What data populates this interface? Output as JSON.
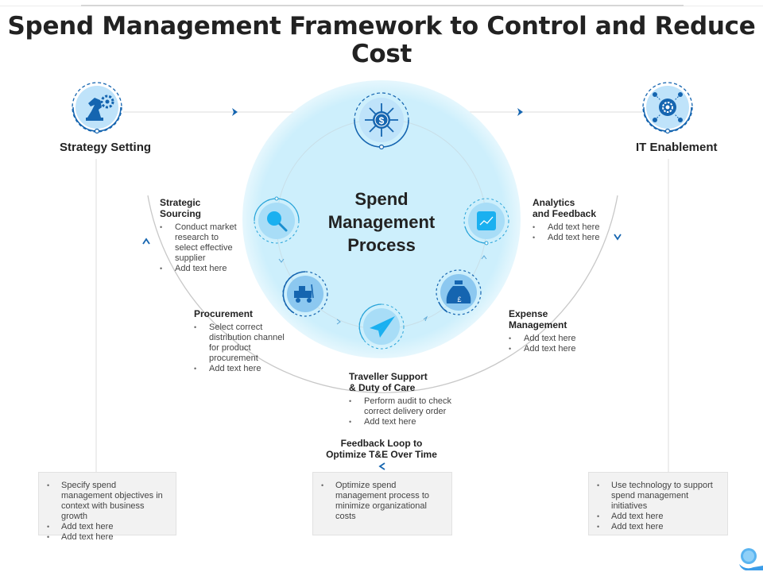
{
  "title": "Spend Management Framework to Control and Reduce Cost",
  "colors": {
    "primary_blue": "#1565b0",
    "light_circle": "#cfeefb",
    "icon_fill": "#9fd3f3",
    "accent_cyan": "#29b6f6",
    "box_bg": "#f2f2f2"
  },
  "top_nodes": {
    "left": {
      "label": "Strategy Setting",
      "icon": "chess-knight-gear-icon"
    },
    "center": {
      "icon": "dollar-arrows-icon"
    },
    "right": {
      "label": "IT Enablement",
      "icon": "gear-network-icon"
    }
  },
  "center": {
    "line1": "Spend",
    "line2": "Management",
    "line3": "Process"
  },
  "stages": [
    {
      "id": "strategic-sourcing",
      "heading_l1": "Strategic",
      "heading_l2": "Sourcing",
      "icon": "magnifier-icon",
      "bullets": [
        "Conduct market research to select effective supplier",
        "Add text here"
      ]
    },
    {
      "id": "procurement",
      "heading_l1": "Procurement",
      "icon": "forklift-cart-icon",
      "bullets": [
        "Select correct distribution channel for product procurement",
        "Add text here"
      ]
    },
    {
      "id": "traveller-support",
      "heading_l1": "Traveller Support",
      "heading_l2": "& Duty of Care",
      "icon": "paper-plane-icon",
      "bullets": [
        "Perform audit to check correct delivery order",
        "Add text here"
      ]
    },
    {
      "id": "expense-management",
      "heading_l1": "Expense",
      "heading_l2": "Management",
      "icon": "money-bag-pound-icon",
      "bullets": [
        "Add text here",
        "Add text here"
      ]
    },
    {
      "id": "analytics-feedback",
      "heading_l1": "Analytics",
      "heading_l2": "and Feedback",
      "icon": "trend-chart-icon",
      "bullets": [
        "Add text here",
        "Add text here"
      ]
    }
  ],
  "feedback_loop": {
    "line1": "Feedback Loop to",
    "line2": "Optimize T&E Over Time"
  },
  "bottom_boxes": [
    {
      "bullets": [
        "Specify spend management objectives in context with business growth",
        "Add text here",
        "Add text here"
      ]
    },
    {
      "bullets": [
        "Optimize spend management process to minimize organizational costs"
      ]
    },
    {
      "bullets": [
        "Use technology to support spend management initiatives",
        "Add text here",
        "Add text here"
      ]
    }
  ]
}
